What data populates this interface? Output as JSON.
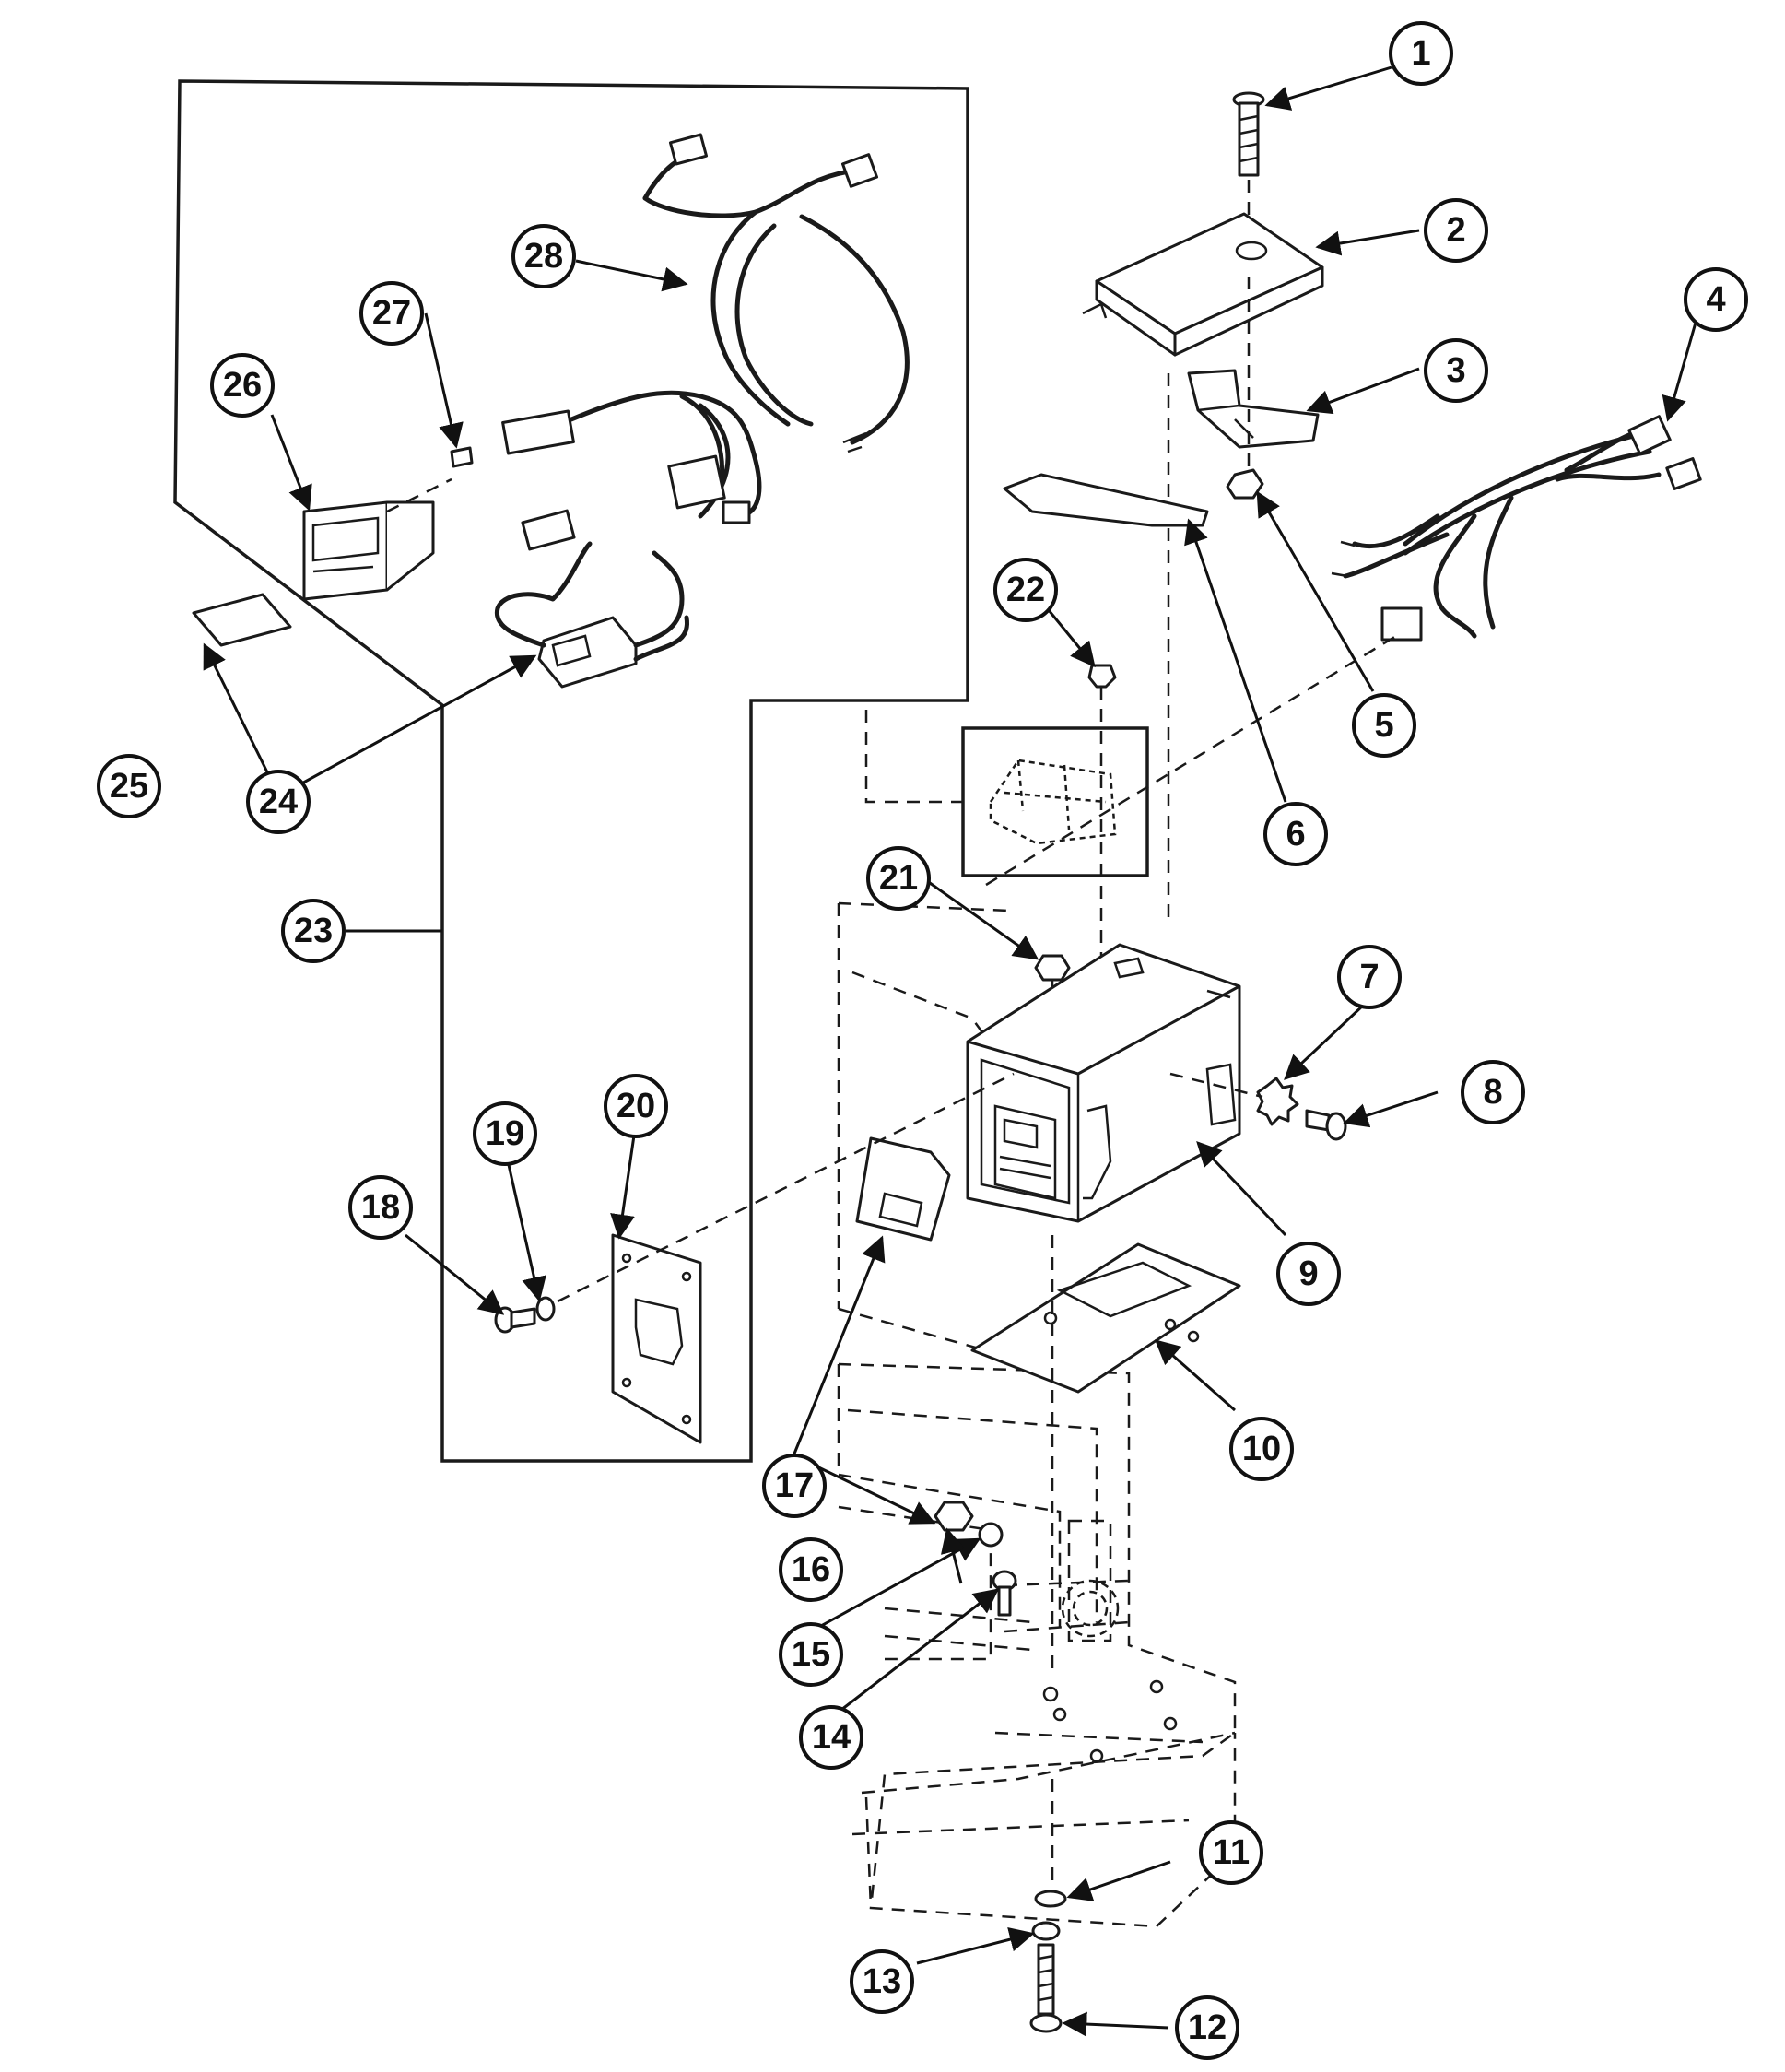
{
  "diagram": {
    "style": {
      "line_color": "#1a1a1a",
      "background": "#ffffff"
    },
    "callouts": [
      {
        "id": "c1",
        "label": "1"
      },
      {
        "id": "c2",
        "label": "2"
      },
      {
        "id": "c3",
        "label": "3"
      },
      {
        "id": "c4",
        "label": "4"
      },
      {
        "id": "c5",
        "label": "5"
      },
      {
        "id": "c6",
        "label": "6"
      },
      {
        "id": "c7",
        "label": "7"
      },
      {
        "id": "c8",
        "label": "8"
      },
      {
        "id": "c9",
        "label": "9"
      },
      {
        "id": "c10",
        "label": "10"
      },
      {
        "id": "c11",
        "label": "11"
      },
      {
        "id": "c12",
        "label": "12"
      },
      {
        "id": "c13",
        "label": "13"
      },
      {
        "id": "c14",
        "label": "14"
      },
      {
        "id": "c15",
        "label": "15"
      },
      {
        "id": "c16",
        "label": "16"
      },
      {
        "id": "c17",
        "label": "17"
      },
      {
        "id": "c18",
        "label": "18"
      },
      {
        "id": "c19",
        "label": "19"
      },
      {
        "id": "c20",
        "label": "20"
      },
      {
        "id": "c21",
        "label": "21"
      },
      {
        "id": "c22",
        "label": "22"
      },
      {
        "id": "c23",
        "label": "23"
      },
      {
        "id": "c24",
        "label": "24"
      },
      {
        "id": "c25",
        "label": "25"
      },
      {
        "id": "c26",
        "label": "26"
      },
      {
        "id": "c27",
        "label": "27"
      },
      {
        "id": "c28",
        "label": "28"
      }
    ]
  }
}
